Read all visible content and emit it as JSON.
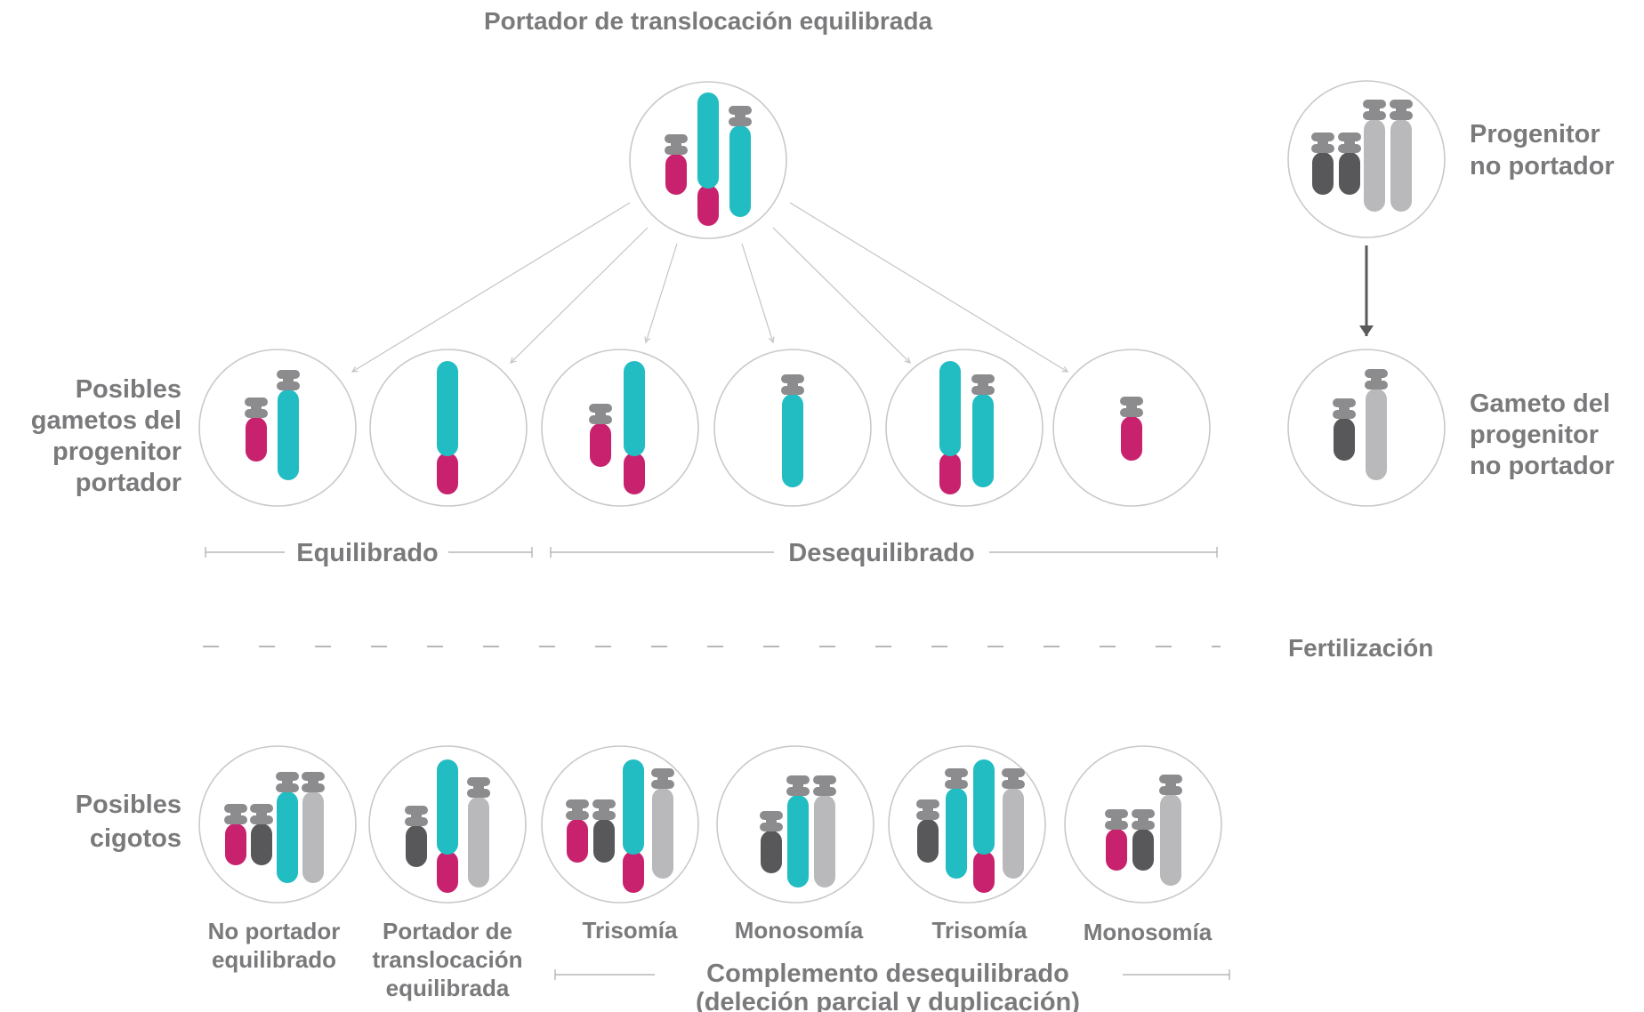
{
  "colors": {
    "magenta": "#c8226e",
    "teal": "#21bdc3",
    "dark_gray": "#58585a",
    "light_gray": "#b9b9bb",
    "centromere": "#8c8c8e",
    "label": "#7a7a7c",
    "circle_stroke": "#c9c9cb",
    "connector": "#c4c4c6",
    "arrow": "#5a5a5c"
  },
  "title": "Portador de translocación equilibrada",
  "side_labels": {
    "gametes": [
      "Posibles",
      "gametos del",
      "progenitor",
      "portador"
    ],
    "zygotes": [
      "Posibles",
      "cigotos"
    ]
  },
  "right_labels": {
    "noncarrier": [
      "Progenitor",
      "no portador"
    ],
    "noncarrier_gamete": [
      "Gameto del",
      "progenitor",
      "no portador"
    ],
    "fertilization": "Fertilización"
  },
  "bracket_labels": {
    "balanced": "Equilibrado",
    "unbalanced": "Desequilibrado",
    "complement": [
      "Complemento desequilibrado",
      "(deleción parcial y duplicación)"
    ]
  },
  "zygote_labels": [
    [
      "No portador",
      "equilibrado"
    ],
    [
      "Portador de",
      "translocación",
      "equilibrada"
    ],
    [
      "Trisomía"
    ],
    [
      "Monosomía"
    ],
    [
      "Trisomía"
    ],
    [
      "Monosomía"
    ]
  ]
}
